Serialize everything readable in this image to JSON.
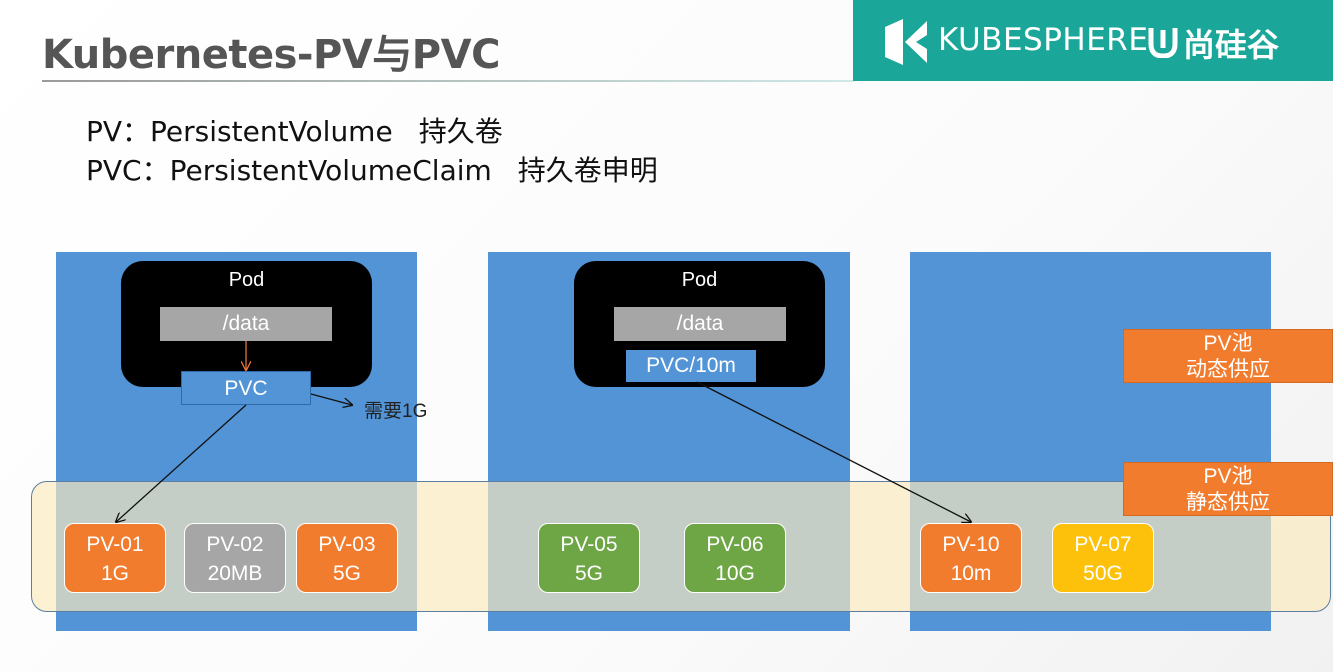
{
  "header": {
    "title": "Kubernetes-PV与PVC",
    "brand_name": "KUBESPHERE",
    "brand2_name": "尚硅谷"
  },
  "definitions": [
    {
      "term": "PV：PersistentVolume",
      "cn": "持久卷"
    },
    {
      "term": "PVC：PersistentVolumeClaim",
      "cn": "持久卷申明"
    }
  ],
  "nodes": [
    {
      "pod_label": "Pod",
      "path": "/data",
      "pvc": "PVC",
      "request": "需要1G"
    },
    {
      "pod_label": "Pod",
      "path": "/data",
      "pvc": "PVC/10m"
    }
  ],
  "pools": {
    "dynamic": {
      "line1": "PV池",
      "line2": "动态供应"
    },
    "static": {
      "line1": "PV池",
      "line2": "静态供应"
    }
  },
  "volumes": [
    {
      "name": "PV-01",
      "size": "1G",
      "color": "#f27c2e"
    },
    {
      "name": "PV-02",
      "size": "20MB",
      "color": "#a6a6a6"
    },
    {
      "name": "PV-03",
      "size": "5G",
      "color": "#f27c2e"
    },
    {
      "name": "PV-05",
      "size": "5G",
      "color": "#6ea646"
    },
    {
      "name": "PV-06",
      "size": "10G",
      "color": "#6ea646"
    },
    {
      "name": "PV-10",
      "size": "10m",
      "color": "#f27c2e"
    },
    {
      "name": "PV-07",
      "size": "50G",
      "color": "#fdc10c"
    }
  ],
  "colors": {
    "node_blue": "#5294d6",
    "brand_teal": "#1aa79a",
    "pool_orange": "#f27c2e",
    "band_fill": "#fceabe"
  }
}
